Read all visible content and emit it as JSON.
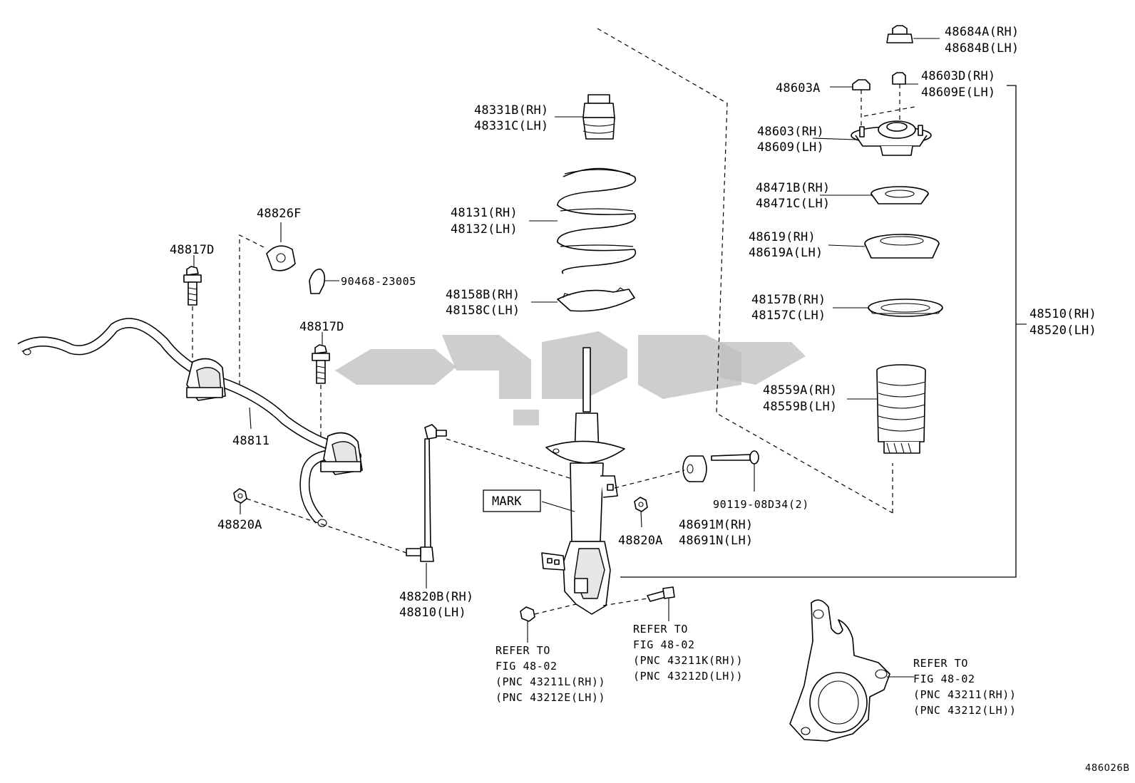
{
  "diagram_id": "486026B",
  "labels": {
    "p48684": [
      "48684A(RH)",
      "48684B(LH)"
    ],
    "p48603d": [
      "48603D(RH)",
      "48609E(LH)"
    ],
    "p48603a": "48603A",
    "p48603": [
      "48603(RH)",
      "48609(LH)"
    ],
    "p48331": [
      "48331B(RH)",
      "48331C(LH)"
    ],
    "p48131": [
      "48131(RH)",
      "48132(LH)"
    ],
    "p48158": [
      "48158B(RH)",
      "48158C(LH)"
    ],
    "p48471": [
      "48471B(RH)",
      "48471C(LH)"
    ],
    "p48619": [
      "48619(RH)",
      "48619A(LH)"
    ],
    "p48157": [
      "48157B(RH)",
      "48157C(LH)"
    ],
    "p48510": [
      "48510(RH)",
      "48520(LH)"
    ],
    "p48559": [
      "48559A(RH)",
      "48559B(LH)"
    ],
    "p48826f": "48826F",
    "p48817d_a": "48817D",
    "p48817d_b": "48817D",
    "p90468": "90468-23005",
    "p48811": "48811",
    "p48820a_a": "48820A",
    "p48820a_b": "48820A",
    "p48820b": [
      "48820B(RH)",
      "48810(LH)"
    ],
    "p48691": [
      "48691M(RH)",
      "48691N(LH)"
    ],
    "p90119": "90119-08D34(2)",
    "mark": "MARK"
  },
  "references": {
    "ref_l": [
      "REFER TO",
      "FIG 48-02",
      "(PNC 43211L(RH))",
      "(PNC 43212E(LH))"
    ],
    "ref_k": [
      "REFER TO",
      "FIG 48-02",
      "(PNC 43211K(RH))",
      "(PNC 43212D(LH))"
    ],
    "ref_knuckle": [
      "REFER TO",
      "FIG 48-02",
      "(PNC 43211(RH))",
      "(PNC 43212(LH))"
    ]
  },
  "colors": {
    "line": "#000000",
    "background": "#ffffff",
    "watermark": "#bdbdbd"
  }
}
